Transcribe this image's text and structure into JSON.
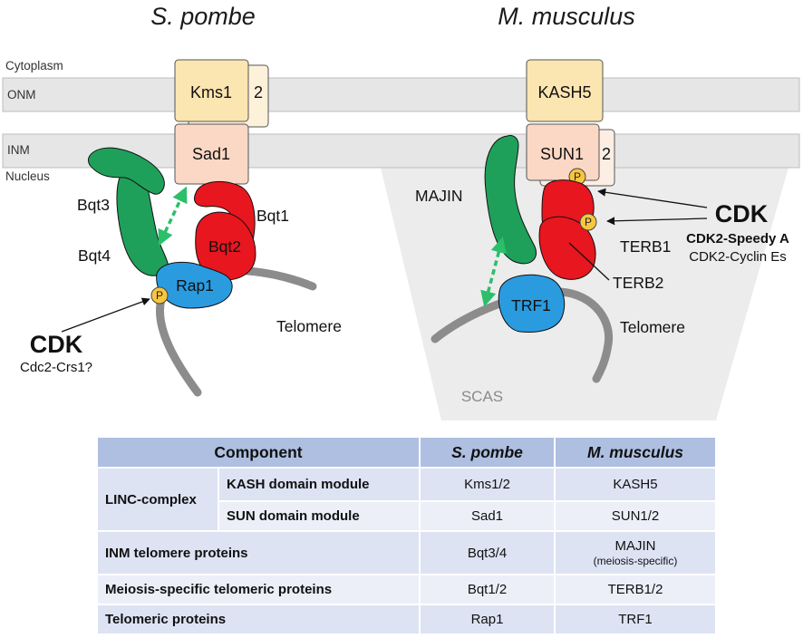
{
  "titles": {
    "left": "S. pombe",
    "right": "M. musculus"
  },
  "regions": {
    "cytoplasm": "Cytoplasm",
    "onm": "ONM",
    "inm": "INM",
    "nucleus": "Nucleus",
    "scas": "SCAS"
  },
  "left": {
    "kms1": "Kms1",
    "kms2": "2",
    "sad1": "Sad1",
    "bqt1": "Bqt1",
    "bqt2": "Bqt2",
    "bqt3": "Bqt3",
    "bqt4": "Bqt4",
    "rap1": "Rap1",
    "p": "P",
    "telomere": "Telomere",
    "cdk": "CDK",
    "cdk_sub": "Cdc2-Crs1?"
  },
  "right": {
    "kash5": "KASH5",
    "sun1": "SUN1",
    "sun2": "2",
    "majin": "MAJIN",
    "terb1": "TERB1",
    "terb2": "TERB2",
    "trf1": "TRF1",
    "p": "P",
    "telomere": "Telomere",
    "cdk": "CDK",
    "cdk_sub1": "CDK2-Speedy A",
    "cdk_sub2": "CDK2-Cyclin Es"
  },
  "colors": {
    "green": "#1fa05a",
    "red": "#e8161e",
    "blue": "#2b9be0",
    "yellow_box": "#fbe5b0",
    "peach_box": "#fbd8c5",
    "phospho": "#f8c63f",
    "membrane": "#e6e6e6",
    "table_header": "#aebfe1"
  },
  "table": {
    "headers": {
      "component": "Component",
      "sp": "S. pombe",
      "mm": "M. musculus"
    },
    "rows": {
      "linc_group": "LINC-complex",
      "kash": {
        "label": "KASH domain module",
        "sp": "Kms1/2",
        "mm": "KASH5"
      },
      "sun": {
        "label": "SUN domain module",
        "sp": "Sad1",
        "mm": "SUN1/2"
      },
      "inm": {
        "label": "INM telomere proteins",
        "sp": "Bqt3/4",
        "mm": "MAJIN",
        "mm_note": "(meiosis-specific)"
      },
      "meiosis": {
        "label": "Meiosis-specific telomeric proteins",
        "sp": "Bqt1/2",
        "mm": "TERB1/2"
      },
      "telomeric": {
        "label": "Telomeric proteins",
        "sp": "Rap1",
        "mm": "TRF1"
      }
    }
  }
}
